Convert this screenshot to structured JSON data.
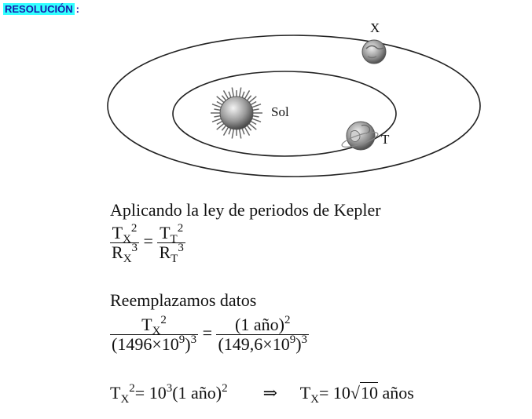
{
  "header": {
    "label": "RESOLUCIÓN",
    "colon": ":"
  },
  "diagram": {
    "sun_label": "Sol",
    "planet_x_label": "X",
    "earth_label": "T"
  },
  "text": {
    "line1": "Aplicando la ley de periodos de Kepler",
    "line2": "Reemplazamos datos",
    "units": "años",
    "implies": "⇒"
  },
  "eq1": {
    "Tx": "T",
    "sx": "X",
    "Rx": "R",
    "Tt": "T",
    "st": "T",
    "Rt": "R",
    "exp_num": "2",
    "exp_den": "3",
    "eq": "="
  },
  "eq2": {
    "num_left": "T",
    "num_left_sub": "X",
    "num_left_sup": "2",
    "den_left": "(1496×10",
    "den_left_exp9": "9",
    "den_left_close": ")",
    "den_left_sup": "3",
    "num_right": "(1 año)",
    "num_right_sup": "2",
    "den_right": "(149,6×10",
    "den_right_exp9": "9",
    "den_right_close": ")",
    "den_right_sup": "3",
    "eq": "="
  },
  "eq3": {
    "lhs": "T",
    "lhs_sub": "X",
    "lhs_sup": "2",
    "eq": "=",
    "rhs1": "10",
    "rhs1_sup": "3",
    "rhs2": "(1 año)",
    "rhs2_sup": "2",
    "result_T": "T",
    "result_sub": "X",
    "result_eq": "=",
    "result_coef": "10",
    "result_root": "10"
  }
}
